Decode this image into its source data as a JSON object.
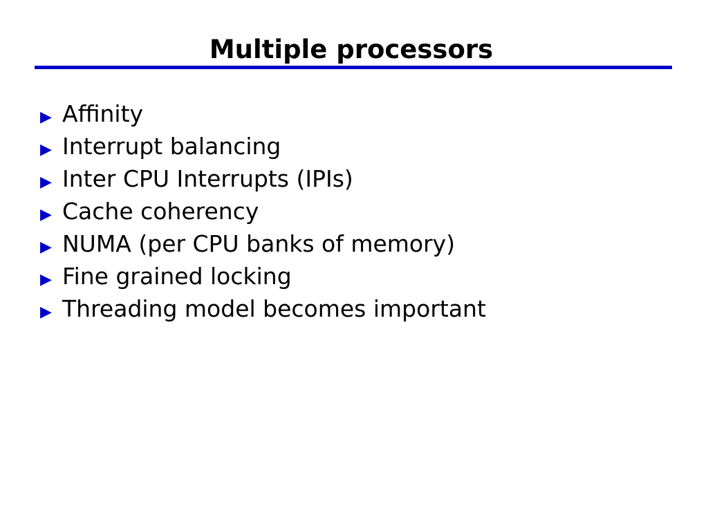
{
  "slide": {
    "title": "Multiple processors",
    "accent_color": "#0000cc",
    "text_color": "#000000",
    "background_color": "#ffffff",
    "bullet_glyph": "▶",
    "bullets": [
      {
        "text": "Affinity"
      },
      {
        "text": "Interrupt balancing"
      },
      {
        "text": "Inter CPU Interrupts (IPIs)"
      },
      {
        "text": "Cache coherency"
      },
      {
        "text": "NUMA (per CPU banks of memory)"
      },
      {
        "text": "Fine grained locking"
      },
      {
        "text": "Threading model becomes important"
      }
    ]
  }
}
